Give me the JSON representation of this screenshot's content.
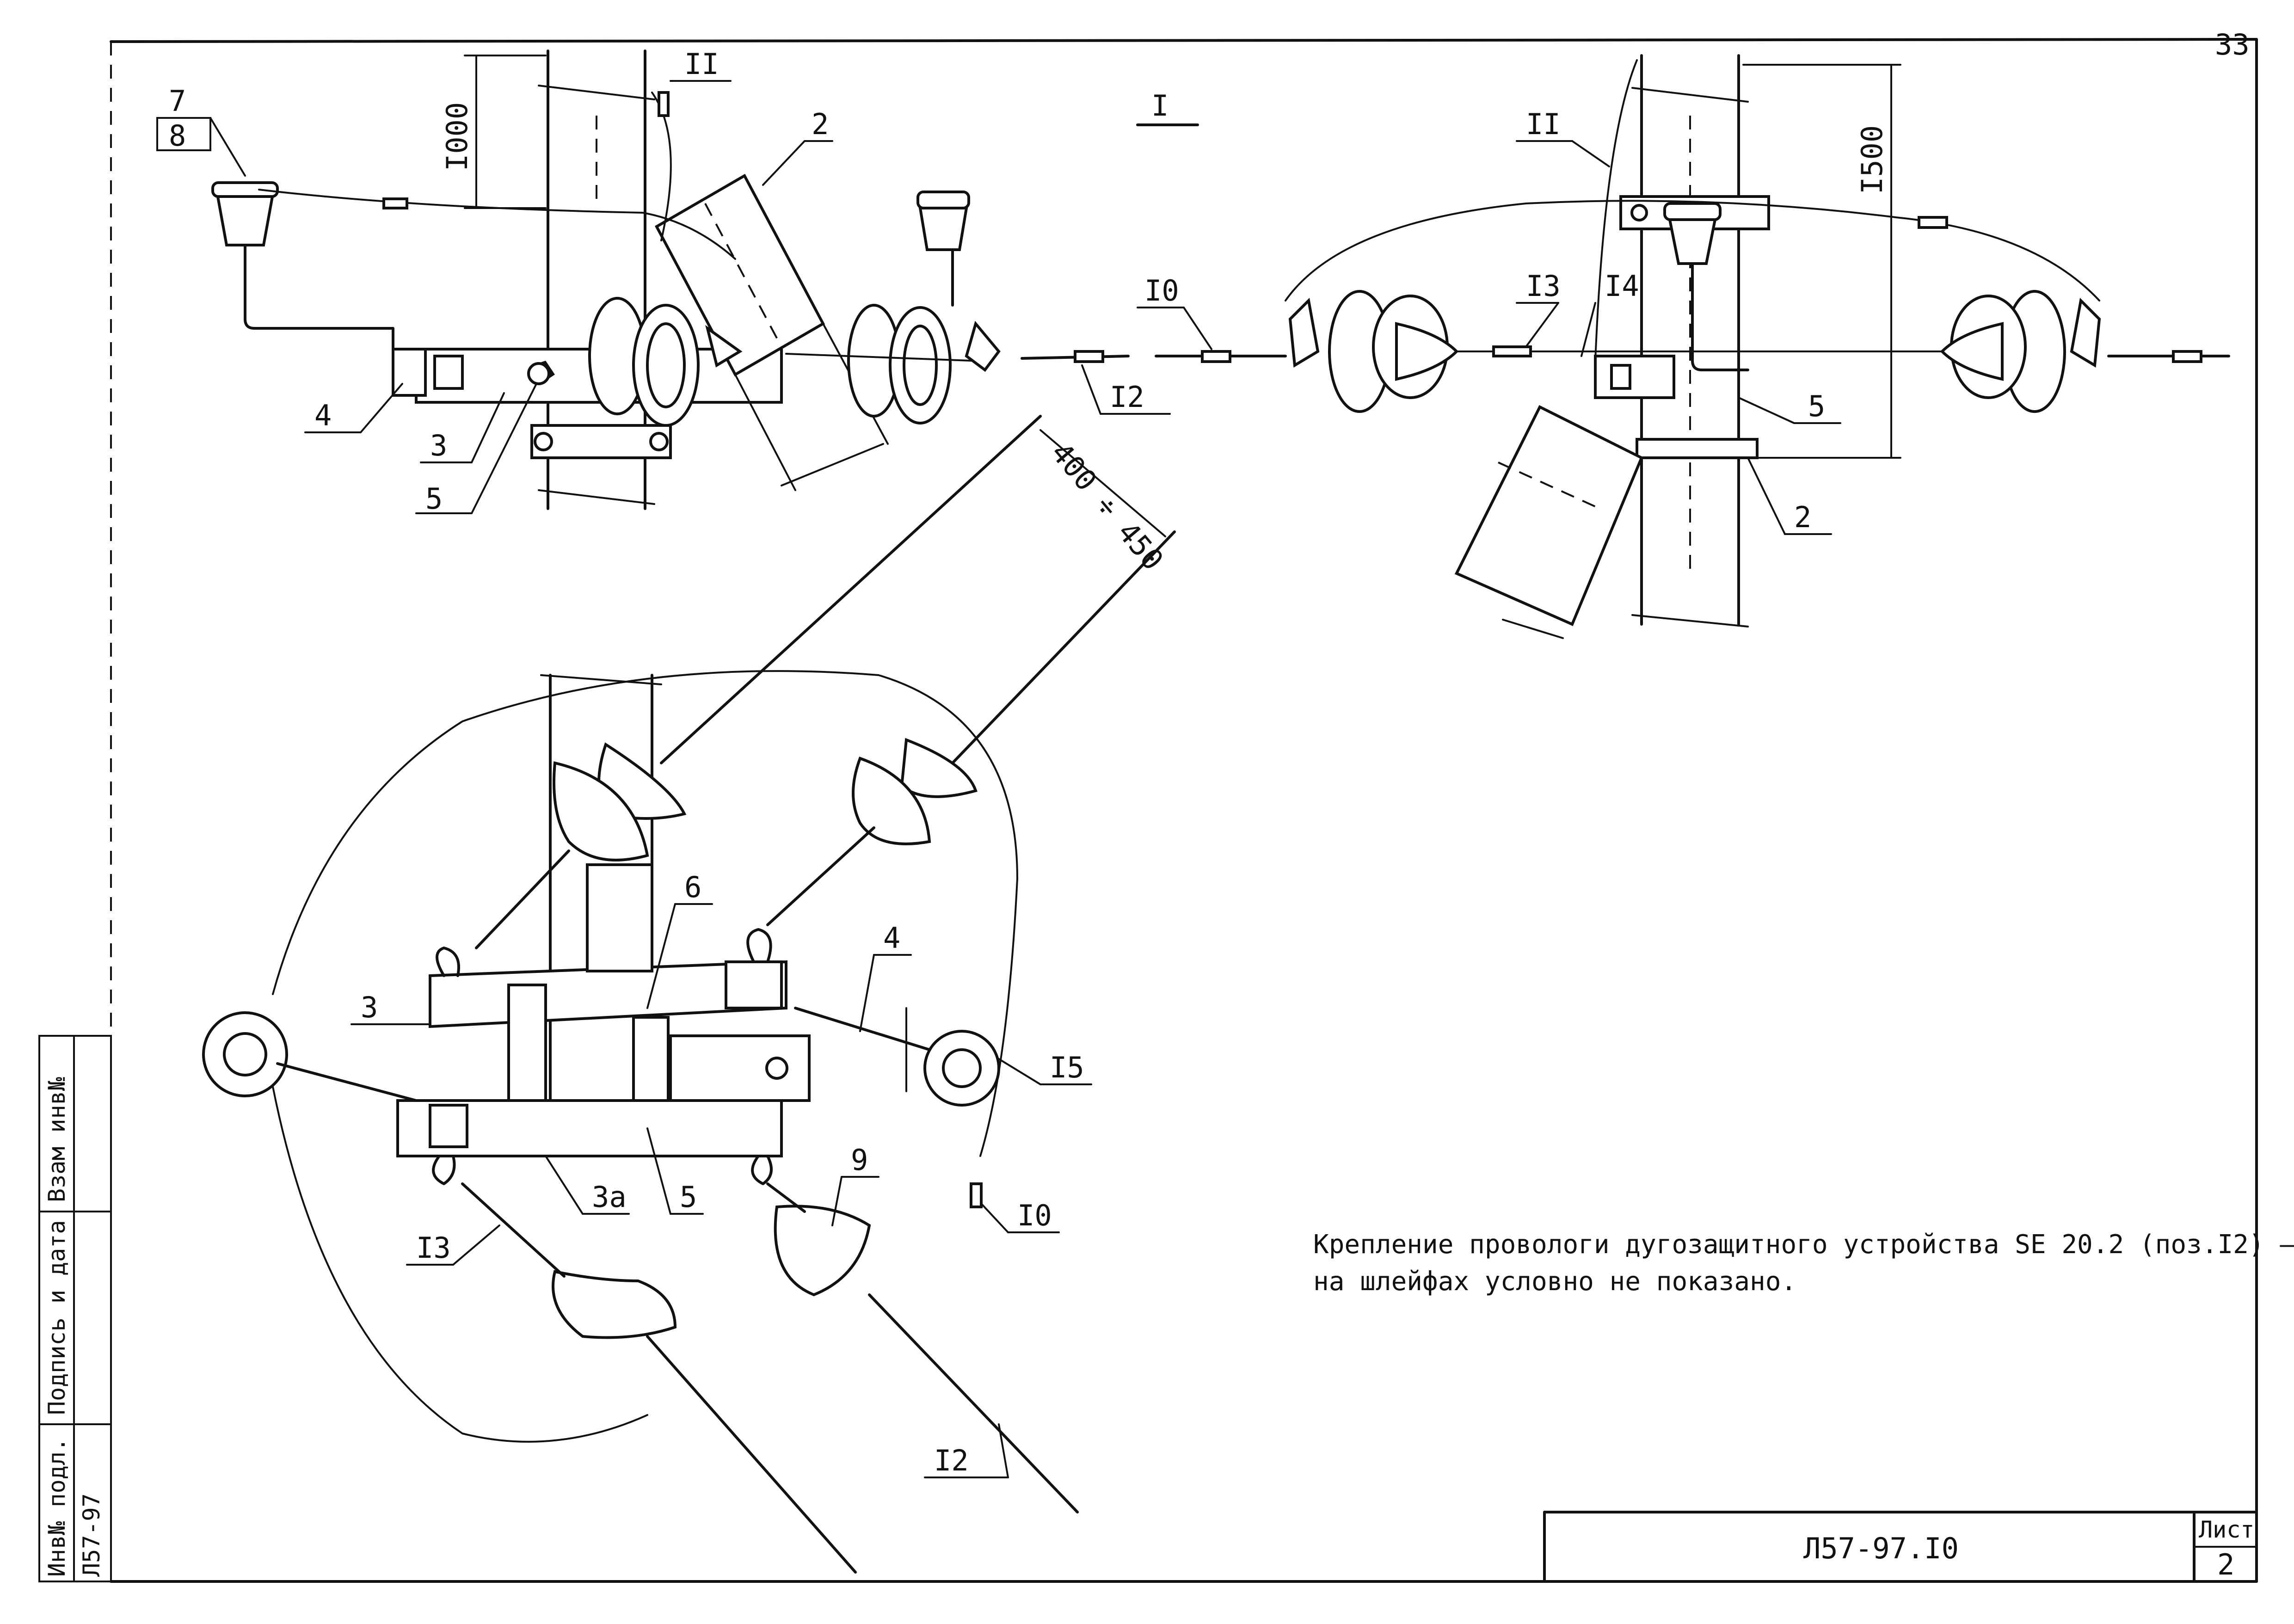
{
  "drawing": {
    "page_number_top": "33",
    "views": {
      "left_top": {
        "labels": {
          "dim_1000": "I000",
          "pos_11": "II",
          "pos_2": "2",
          "pos_7": "7",
          "pos_8": "8",
          "pos_4": "4",
          "pos_3": "3",
          "pos_5": "5",
          "pos_10": "I0",
          "pos_12": "I2"
        }
      },
      "right_top": {
        "view_title": "I",
        "labels": {
          "pos_11": "II",
          "dim_1500": "I500",
          "pos_13": "I3",
          "pos_14": "I4",
          "pos_5": "5",
          "pos_2": "2"
        }
      },
      "plan": {
        "labels": {
          "dim_400_450": "400 ÷ 450",
          "pos_6": "6",
          "pos_4": "4",
          "pos_3": "3",
          "pos_15": "I5",
          "pos_3a": "3а",
          "pos_5": "5",
          "pos_9": "9",
          "pos_10": "I0",
          "pos_13": "I3",
          "pos_12": "I2"
        }
      }
    },
    "note": {
      "line1": "Крепление провологи дугозащитного устройства  SE 20.2 (поз.I2) –",
      "line2": "на шлейфах условно не показано."
    },
    "side_stamp": {
      "inv_podl": "Инв№ подл.",
      "podp_data": "Подпись и дата",
      "vzam_inv": "Взам инв№",
      "inv_value": "Л57-97"
    },
    "title_block": {
      "doc_code": "Л57-97.I0",
      "sheet_label": "Лист",
      "sheet_number": "2"
    }
  }
}
